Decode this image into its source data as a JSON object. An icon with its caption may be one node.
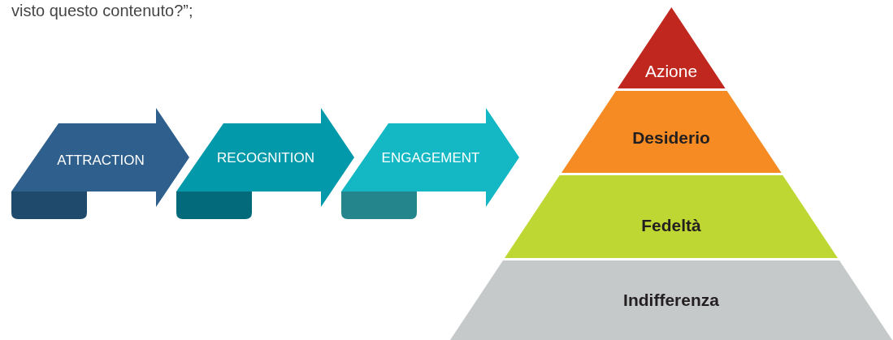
{
  "diagram": {
    "nodes": [
      {
        "text": [
          "ATTRACTION"
        ]
      },
      {
        "text": [
          "RECOGNITION"
        ]
      },
      {
        "text": [
          "ENGAGEMENT"
        ]
      },
      {
        "text": [
          "Azione"
        ]
      },
      {
        "text": [
          "Desiderio"
        ]
      },
      {
        "text": [
          "Fedeltà"
        ]
      },
      {
        "text": [
          "Indifferenza"
        ]
      }
    ],
    "labels": [
      "visto questo contenuto?”;"
    ]
  }
}
